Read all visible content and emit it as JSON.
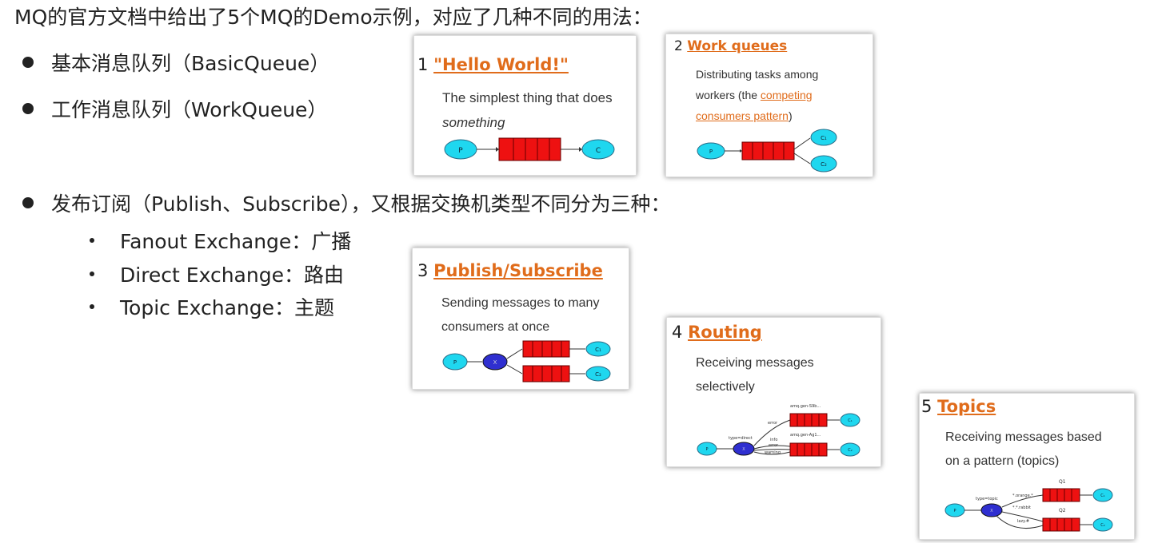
{
  "intro": "MQ的官方文档中给出了5个MQ的Demo示例，对应了几种不同的用法：",
  "bullets": [
    "基本消息队列（BasicQueue）",
    "工作消息队列（WorkQueue）",
    "发布订阅（Publish、Subscribe），又根据交换机类型不同分为三种："
  ],
  "sub_bullets": [
    "Fanout Exchange：广播",
    "Direct Exchange：路由",
    "Topic Exchange：主题"
  ],
  "cards": [
    {
      "num": "1",
      "title": "\"Hello World!\"",
      "desc_1": "The simplest thing that does",
      "desc_2": "something"
    },
    {
      "num": "2",
      "title": "Work queues",
      "desc_1": "Distributing tasks among",
      "desc_2_pre": "workers (the ",
      "desc_2_link": "competing",
      "desc_3_link": "consumers pattern",
      "desc_3_post": ")"
    },
    {
      "num": "3",
      "title": "Publish/Subscribe",
      "desc_1": "Sending messages to many",
      "desc_2": "consumers at once"
    },
    {
      "num": "4",
      "title": "Routing",
      "desc_1": "Receiving messages",
      "desc_2": "selectively"
    },
    {
      "num": "5",
      "title": "Topics",
      "desc_1": "Receiving messages based",
      "desc_2": "on a pattern (topics)"
    }
  ],
  "diagram_labels": {
    "p": "P",
    "c": "C",
    "c1": "C₁",
    "c2": "C₂",
    "x": "X",
    "routing_q1": "amq.gen-S9b...",
    "routing_q2": "amq.gen-Ag1...",
    "routing_type": "type=direct",
    "routing_error": "error",
    "routing_info": "info",
    "routing_error2": "error",
    "routing_warning": "warning",
    "topics_q1": "Q1",
    "topics_q2": "Q2",
    "topics_type": "type=topic",
    "topics_orange": "*.orange.*",
    "topics_rabbit": "*.*.rabbit",
    "topics_lazy": "lazy.#"
  },
  "colors": {
    "link": "#e06c1b",
    "producer": "#1fd7ef",
    "exchange": "#2f2fd0",
    "queue": "#ee1111"
  }
}
